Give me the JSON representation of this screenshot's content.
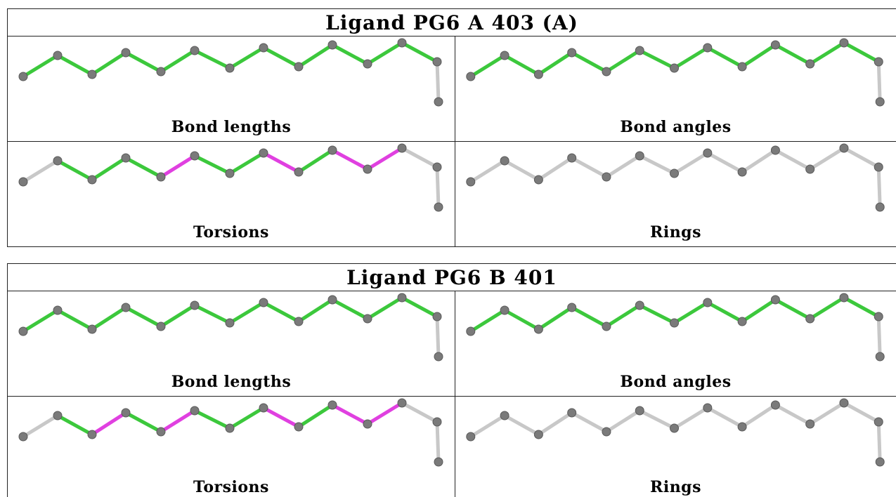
{
  "ligands": [
    {
      "title": "Ligand PG6 A 403 (A)",
      "panels": [
        {
          "label": "Bond lengths",
          "colors": [
            "green",
            "green",
            "green",
            "green",
            "green",
            "green",
            "green",
            "green",
            "green",
            "green",
            "green",
            "green"
          ]
        },
        {
          "label": "Bond angles",
          "colors": [
            "green",
            "green",
            "green",
            "green",
            "green",
            "green",
            "green",
            "green",
            "green",
            "green",
            "green",
            "green"
          ]
        },
        {
          "label": "Torsions",
          "colors": [
            "grey",
            "green",
            "green",
            "green",
            "magenta",
            "green",
            "green",
            "magenta",
            "green",
            "magenta",
            "magenta",
            "grey"
          ]
        },
        {
          "label": "Rings",
          "colors": [
            "grey",
            "grey",
            "grey",
            "grey",
            "grey",
            "grey",
            "grey",
            "grey",
            "grey",
            "grey",
            "grey",
            "grey"
          ]
        }
      ]
    },
    {
      "title": "Ligand PG6 B 401",
      "panels": [
        {
          "label": "Bond lengths",
          "colors": [
            "green",
            "green",
            "green",
            "green",
            "green",
            "green",
            "green",
            "green",
            "green",
            "green",
            "green",
            "green"
          ]
        },
        {
          "label": "Bond angles",
          "colors": [
            "green",
            "green",
            "green",
            "green",
            "green",
            "green",
            "green",
            "green",
            "green",
            "green",
            "green",
            "green"
          ]
        },
        {
          "label": "Torsions",
          "colors": [
            "grey",
            "green",
            "magenta",
            "green",
            "magenta",
            "green",
            "green",
            "magenta",
            "green",
            "magenta",
            "magenta",
            "grey"
          ]
        },
        {
          "label": "Rings",
          "colors": [
            "grey",
            "grey",
            "grey",
            "grey",
            "grey",
            "grey",
            "grey",
            "grey",
            "grey",
            "grey",
            "grey",
            "grey"
          ]
        }
      ]
    }
  ],
  "palette": {
    "green": "#3cc83c",
    "magenta": "#e040e0",
    "grey": "#c8c8c8",
    "atom": "#7a7a7a"
  }
}
